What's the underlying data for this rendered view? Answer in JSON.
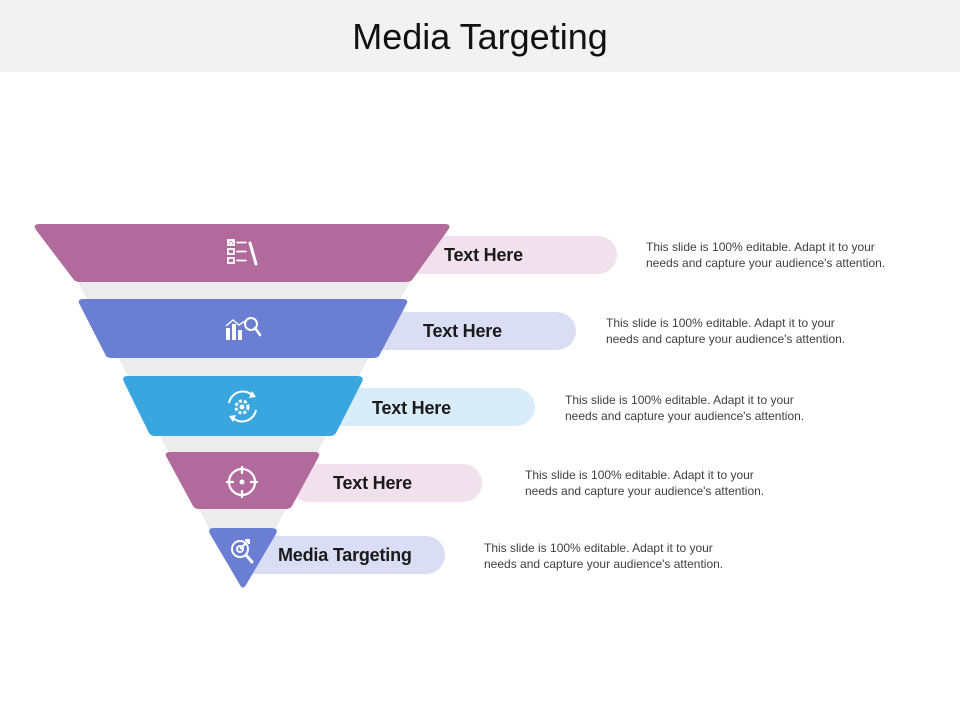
{
  "title": "Media Targeting",
  "colors": {
    "purple": "#b06b9c",
    "blue": "#6a7fd3",
    "cyan": "#3aa6df",
    "purple_pill": "#f1e1ec",
    "blue_pill": "#d9def5",
    "cyan_pill": "#d8ecf9",
    "funnel_shadow": "#ececec"
  },
  "levels": [
    {
      "label": "Text Here",
      "icon": "checklist-pencil-icon",
      "description_line1": "This slide is 100% editable. Adapt it to your",
      "description_line2": "needs and capture your audience's attention."
    },
    {
      "label": "Text Here",
      "icon": "chart-magnifier-icon",
      "description_line1": "This slide is 100% editable. Adapt it to your",
      "description_line2": "needs and capture your audience's attention."
    },
    {
      "label": "Text Here",
      "icon": "gear-cycle-icon",
      "description_line1": "This slide is 100% editable. Adapt it to your",
      "description_line2": "needs and capture your audience's attention."
    },
    {
      "label": "Text Here",
      "icon": "target-icon",
      "description_line1": "This slide is 100% editable. Adapt it to your",
      "description_line2": "needs and capture your audience's attention."
    },
    {
      "label": "Media Targeting",
      "icon": "target-search-icon",
      "description_line1": "This slide is 100% editable. Adapt it to your",
      "description_line2": "needs and capture your audience's attention."
    }
  ]
}
